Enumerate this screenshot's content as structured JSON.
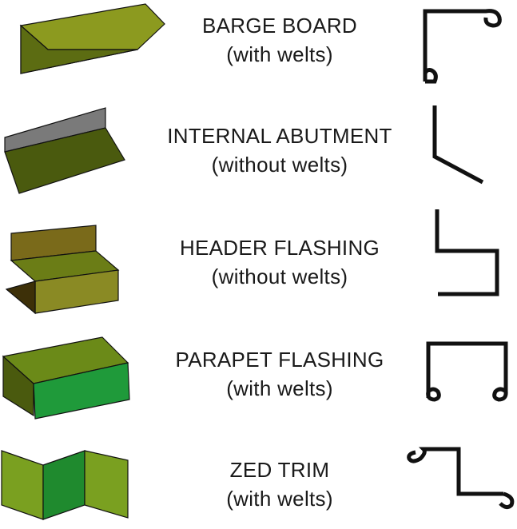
{
  "items": [
    {
      "name": "BARGE BOARD",
      "note": "(with welts)"
    },
    {
      "name": "INTERNAL ABUTMENT",
      "note": "(without welts)"
    },
    {
      "name": "HEADER FLASHING",
      "note": "(without welts)"
    },
    {
      "name": "PARAPET FLASHING",
      "note": "(with welts)"
    },
    {
      "name": "ZED TRIM",
      "note": "(with welts)"
    }
  ],
  "colors": {
    "olive_light": "#8c9a1f",
    "olive_dark": "#4a5a0e",
    "olive_mid": "#6b7d16",
    "grey": "#7a7a7a",
    "brown": "#7a6a1a",
    "brown_dark": "#3d3008",
    "green_bright": "#1f9a3a",
    "green_mid": "#2f8a2a",
    "line": "#111111"
  }
}
